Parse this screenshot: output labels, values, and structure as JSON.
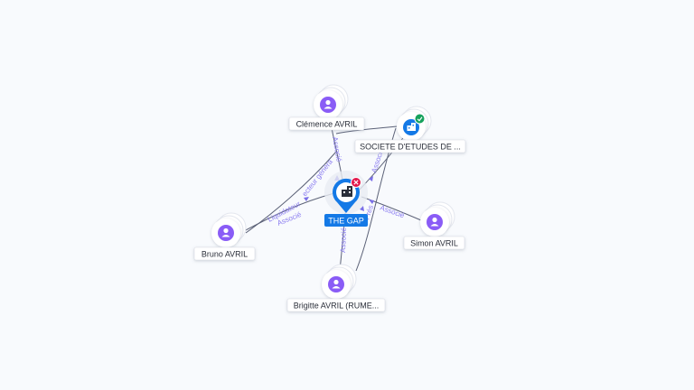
{
  "center": {
    "label": "THE GAP",
    "icon": "building-icon",
    "badge": "closed-x-badge",
    "badge_color": "#e3174a",
    "color": "#1479e6"
  },
  "nodes": [
    {
      "id": "clemence",
      "label": "Clémence AVRIL",
      "icon": "person-icon"
    },
    {
      "id": "societe",
      "label": "SOCIETE D'ETUDES DE ...",
      "icon": "building-icon",
      "badge": "check-badge",
      "badge_color": "#17a25c"
    },
    {
      "id": "bruno",
      "label": "Bruno AVRIL",
      "icon": "person-icon"
    },
    {
      "id": "simon",
      "label": "Simon AVRIL",
      "icon": "person-icon"
    },
    {
      "id": "brigitte",
      "label": "Brigitte AVRIL (RUME...",
      "icon": "person-icon"
    }
  ],
  "edge_labels": {
    "clemence": "Associé",
    "bruno_liq": "Liquidateur",
    "bruno_assoc": "Associé",
    "gerant": "ecteur généra",
    "societe": "Associé",
    "simon": "Associé",
    "brigitte": "Associé",
    "pres": "Prés"
  },
  "colors": {
    "person_node": "#8a5cf6",
    "edge": "#5b6177",
    "edge_label": "#8a7cf0"
  }
}
